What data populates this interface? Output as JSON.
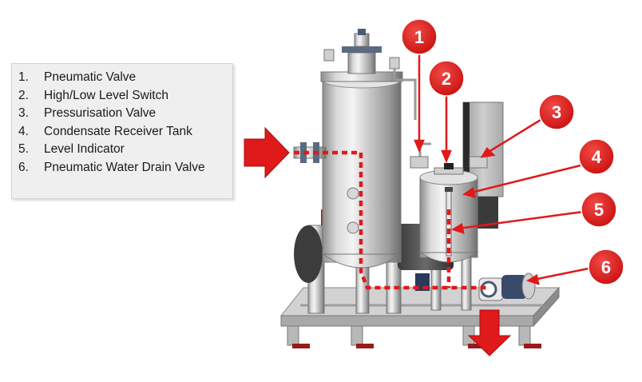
{
  "legend": [
    {
      "num": "1.",
      "label": "Pneumatic Valve"
    },
    {
      "num": "2.",
      "label": "High/Low Level Switch"
    },
    {
      "num": "3.",
      "label": "Pressurisation Valve"
    },
    {
      "num": "4.",
      "label": "Condensate Receiver Tank"
    },
    {
      "num": "5.",
      "label": "Level Indicator"
    },
    {
      "num": "6.",
      "label": "Pneumatic Water Drain Valve"
    }
  ],
  "callouts": [
    "1",
    "2",
    "3",
    "4",
    "5",
    "6"
  ],
  "colors": {
    "accent_red": "#e0191b",
    "steel": "#c9c9c9",
    "legend_bg": "#efefef"
  }
}
